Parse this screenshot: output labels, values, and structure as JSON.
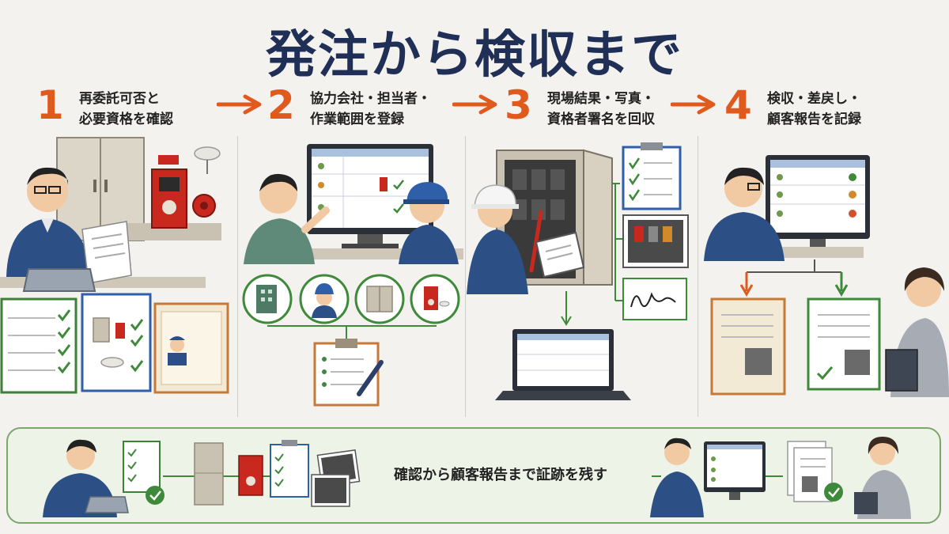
{
  "title": "発注から検収まで",
  "steps": [
    {
      "number": "1",
      "line1": "再委託可否と",
      "line2": "必要資格を確認"
    },
    {
      "number": "2",
      "line1": "協力会社・担当者・",
      "line2": "作業範囲を登録"
    },
    {
      "number": "3",
      "line1": "現場結果・写真・",
      "line2": "資格者署名を回収"
    },
    {
      "number": "4",
      "line1": "検収・差戻し・",
      "line2": "顧客報告を記録"
    }
  ],
  "bottom": {
    "caption": "確認から顧客報告まで証跡を残す"
  },
  "colors": {
    "accent": "#e05a1e",
    "navy": "#1f2f56",
    "green": "#3f8a3a",
    "bandBorder": "#7ba66c",
    "red": "#c8281e",
    "blueFrame": "#2f5fa8"
  }
}
